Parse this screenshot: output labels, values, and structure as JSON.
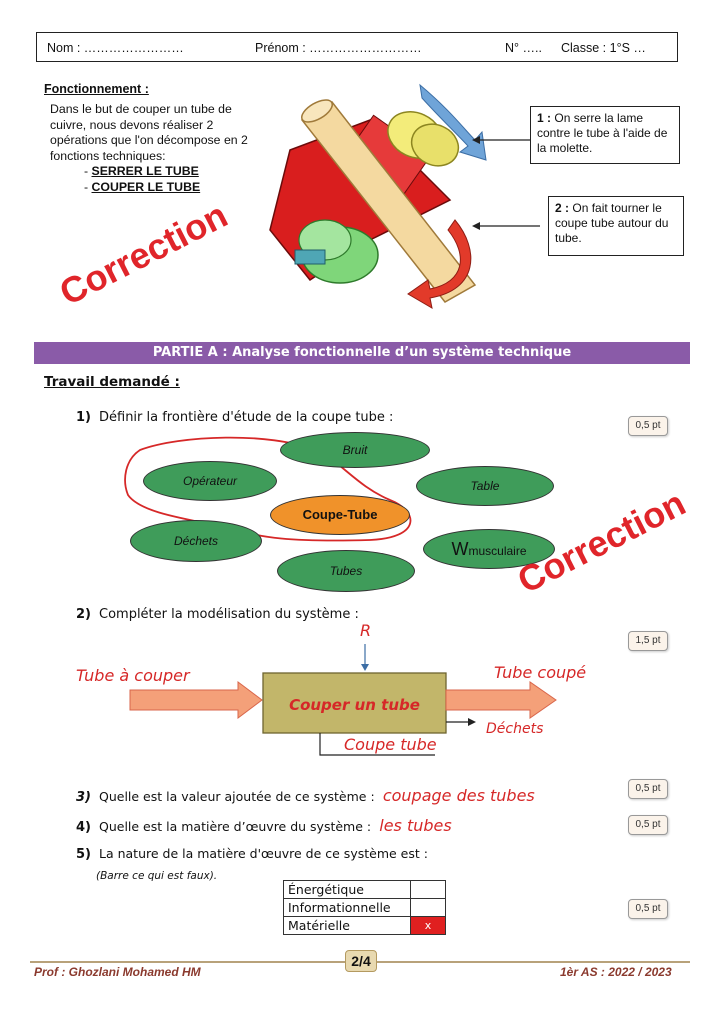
{
  "header": {
    "nom": "Nom : ……………………",
    "prenom": "Prénom : ………………………",
    "numero": "N° …..",
    "classe": "Classe : 1°S …"
  },
  "intro": {
    "title": "Fonctionnement :",
    "text": "Dans le but de couper un tube de cuivre, nous devons réaliser 2 opérations que l'on décompose en 2 fonctions techniques:",
    "fn1": "SERRER LE TUBE",
    "fn2": "COUPER LE TUBE"
  },
  "callouts": {
    "c1_num": "1 :",
    "c1_text": "On serre la lame contre le tube à l'aide de la molette.",
    "c2_num": "2 :",
    "c2_text": "On fait tourner le coupe tube autour du tube."
  },
  "stamps": {
    "correction": "Correction"
  },
  "banner": "PARTIE A : Analyse fonctionnelle d’un système technique",
  "travail": "Travail demandé :",
  "q1": {
    "num": "1)",
    "text": "Définir la frontière d'étude de la coupe tube :",
    "points": "0,5 pt"
  },
  "ellipses": {
    "bruit": "Bruit",
    "operateur": "Opérateur",
    "table": "Table",
    "coupe_tube": "Coupe-Tube",
    "dechets": "Déchets",
    "w_big": "W",
    "w_rest": "musculaire",
    "tubes": "Tubes"
  },
  "q2": {
    "num": "2)",
    "text": "Compléter la modélisation du système :",
    "points": "1,5 pt"
  },
  "model": {
    "r": "R",
    "input": "Tube à couper",
    "function": "Couper un tube",
    "output": "Tube coupé",
    "waste": "Déchets",
    "support": "Coupe tube"
  },
  "q3": {
    "num": "3)",
    "text": "Quelle est la valeur ajoutée de ce système :",
    "answer": "coupage des tubes",
    "points": "0,5 pt"
  },
  "q4": {
    "num": "4)",
    "text": "Quelle est la matière d’œuvre du système :",
    "answer": "les tubes",
    "points": "0,5 pt"
  },
  "q5": {
    "num": "5)",
    "text": "La nature de la matière d'œuvre de ce système est :",
    "note": "(Barre ce qui est faux).",
    "points": "0,5 pt"
  },
  "nature_table": [
    {
      "label": "Énergétique",
      "mark": ""
    },
    {
      "label": "Informationnelle",
      "mark": ""
    },
    {
      "label": "Matérielle",
      "mark": "x"
    }
  ],
  "footer": {
    "prof": "Prof : Ghozlani Mohamed HM",
    "page": "2/4",
    "year": "1èr AS : 2022 / 2023"
  },
  "colors": {
    "banner": "#8a5ba8",
    "ellipse_green": "#3f9c5a",
    "ellipse_orange": "#f0922a",
    "correction_red": "#e0252a",
    "arrow_orange": "#f4a079",
    "box_olive": "#c2b66a"
  }
}
